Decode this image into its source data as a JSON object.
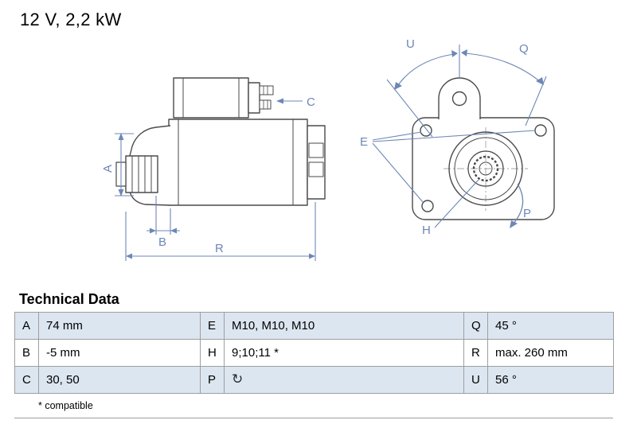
{
  "title": "12 V, 2,2 kW",
  "colors": {
    "dimension_blue": "#6d87b7",
    "drawing_gray": "#4a4a4a",
    "row_tint": "#dce6f0",
    "table_border": "#9e9e9e"
  },
  "diagram": {
    "side_view_labels": {
      "A": "A",
      "B": "B",
      "C": "C",
      "R": "R"
    },
    "front_view_labels": {
      "U": "U",
      "Q": "Q",
      "E": "E",
      "H": "H",
      "P": "P"
    }
  },
  "technical_data": {
    "heading": "Technical Data",
    "footnote": "* compatible",
    "rotation_icon": "rotation-direction-icon",
    "rotation_icon_glyph": "↻",
    "rows": [
      {
        "c1k": "A",
        "c1v": "74 mm",
        "c2k": "E",
        "c2v": "M10, M10, M10",
        "c3k": "Q",
        "c3v": "45 °"
      },
      {
        "c1k": "B",
        "c1v": "-5 mm",
        "c2k": "H",
        "c2v": "9;10;11 *",
        "c3k": "R",
        "c3v": "max. 260 mm"
      },
      {
        "c1k": "C",
        "c1v": "30, 50",
        "c2k": "P",
        "c2v": "",
        "c3k": "U",
        "c3v": "56 °"
      }
    ]
  }
}
